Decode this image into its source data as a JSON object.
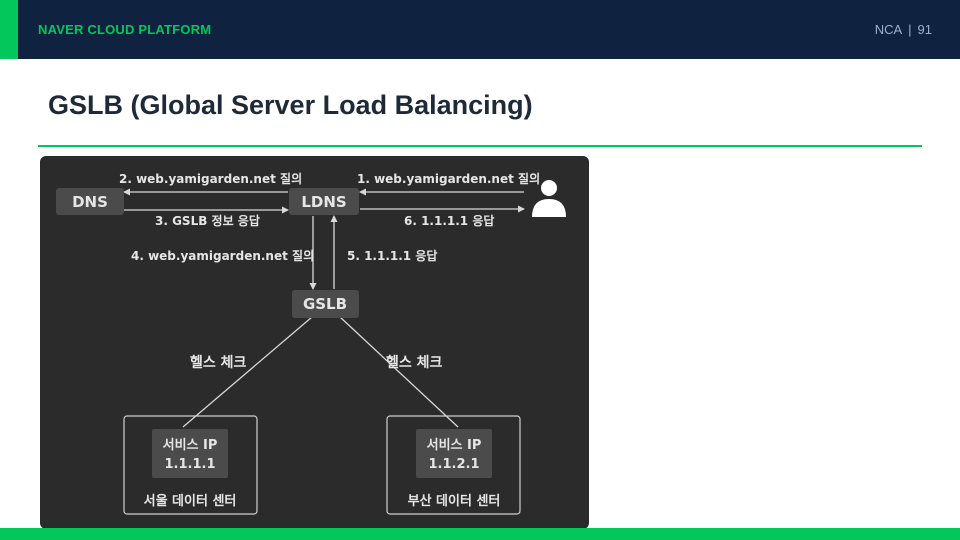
{
  "header": {
    "brand": "NAVER CLOUD PLATFORM",
    "section": "NCA",
    "page_number": "91"
  },
  "slide": {
    "title": "GSLB (Global Server Load Balancing)"
  },
  "diagram": {
    "nodes": {
      "dns": "DNS",
      "ldns": "LDNS",
      "gslb": "GSLB",
      "user": "user-icon"
    },
    "steps": {
      "step1": "1. web.yamigarden.net 질의",
      "step2": "2. web.yamigarden.net 질의",
      "step3": "3. GSLB 정보 응답",
      "step4": "4. web.yamigarden.net 질의",
      "step5": "5. 1.1.1.1 응답",
      "step6": "6. 1.1.1.1 응답"
    },
    "health_check_left": "헬스 체크",
    "health_check_right": "헬스 체크",
    "datacenters": {
      "seoul": {
        "service_label": "서비스 IP",
        "ip": "1.1.1.1",
        "name": "서울 데이터 센터"
      },
      "busan": {
        "service_label": "서비스 IP",
        "ip": "1.1.2.1",
        "name": "부산 데이터 센터"
      }
    }
  }
}
